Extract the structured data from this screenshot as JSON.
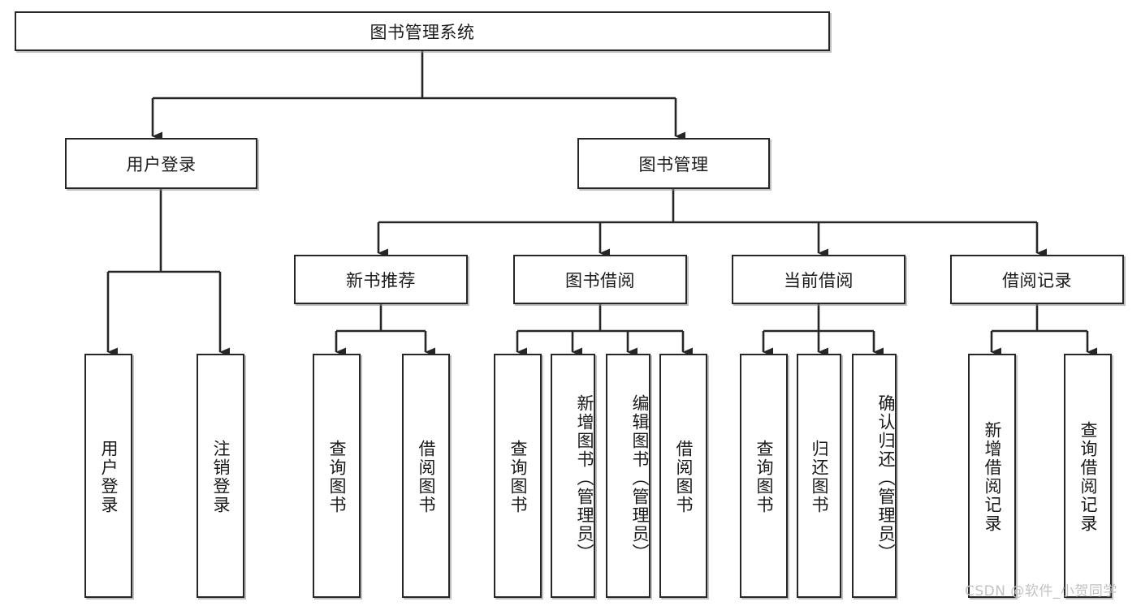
{
  "diagram": {
    "type": "tree",
    "title": "图书管理系统",
    "root": {
      "label": "图书管理系统"
    },
    "level2": [
      {
        "label": "用户登录"
      },
      {
        "label": "图书管理"
      }
    ],
    "level3": [
      {
        "label": "新书推荐"
      },
      {
        "label": "图书借阅"
      },
      {
        "label": "当前借阅"
      },
      {
        "label": "借阅记录"
      }
    ],
    "leaves": {
      "user_login": [
        {
          "label": "用户登录"
        },
        {
          "label": "注销登录"
        }
      ],
      "new_book_recommend": [
        {
          "label": "查询图书"
        },
        {
          "label": "借阅图书"
        }
      ],
      "book_borrow": [
        {
          "label": "查询图书"
        },
        {
          "label": "新增图书（管理员）"
        },
        {
          "label": "编辑图书（管理员）"
        },
        {
          "label": "借阅图书"
        }
      ],
      "current_borrow": [
        {
          "label": "查询图书"
        },
        {
          "label": "归还图书"
        },
        {
          "label": "确认归还（管理员）"
        }
      ],
      "borrow_record": [
        {
          "label": "新增借阅记录"
        },
        {
          "label": "查询借阅记录"
        }
      ]
    }
  },
  "watermark": {
    "text": "CSDN @软件_小贺同学"
  },
  "colors": {
    "box_border": "#262626",
    "box_fill": "#ffffff",
    "line": "#262626",
    "text": "#1a1a1a",
    "watermark": "#c2c2c2"
  }
}
